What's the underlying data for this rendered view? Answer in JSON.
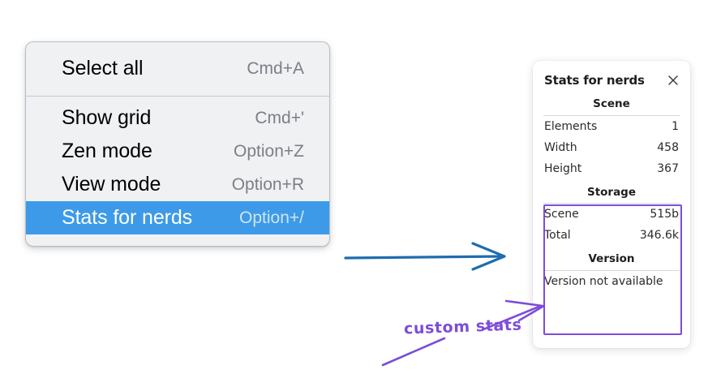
{
  "menu": {
    "groups": [
      {
        "name": "group-top",
        "items": [
          {
            "label": "Select all",
            "shortcut": "Cmd+A",
            "selected": false
          }
        ]
      },
      {
        "name": "group-bottom",
        "items": [
          {
            "label": "Show grid",
            "shortcut": "Cmd+'",
            "selected": false
          },
          {
            "label": "Zen mode",
            "shortcut": "Option+Z",
            "selected": false
          },
          {
            "label": "View mode",
            "shortcut": "Option+R",
            "selected": false
          },
          {
            "label": "Stats for nerds",
            "shortcut": "Option+/",
            "selected": true
          }
        ]
      }
    ],
    "highlight_color": "#3d9ae8",
    "background_color": "#f0f1f3"
  },
  "stats_panel": {
    "title": "Stats for nerds",
    "close_icon": "close-icon",
    "sections": [
      {
        "title": "Scene",
        "rows": [
          {
            "key": "Elements",
            "value": "1"
          },
          {
            "key": "Width",
            "value": "458"
          },
          {
            "key": "Height",
            "value": "367"
          }
        ]
      },
      {
        "title": "Storage",
        "rows": [
          {
            "key": "Scene",
            "value": "515b"
          },
          {
            "key": "Total",
            "value": "346.6k"
          }
        ]
      },
      {
        "title": "Version",
        "single": "Version not available",
        "rows": []
      }
    ]
  },
  "annotations": {
    "custom_stats_label": "custom stats",
    "highlight_color": "#7c4dd8",
    "arrow_color": "#1f6cb0"
  }
}
